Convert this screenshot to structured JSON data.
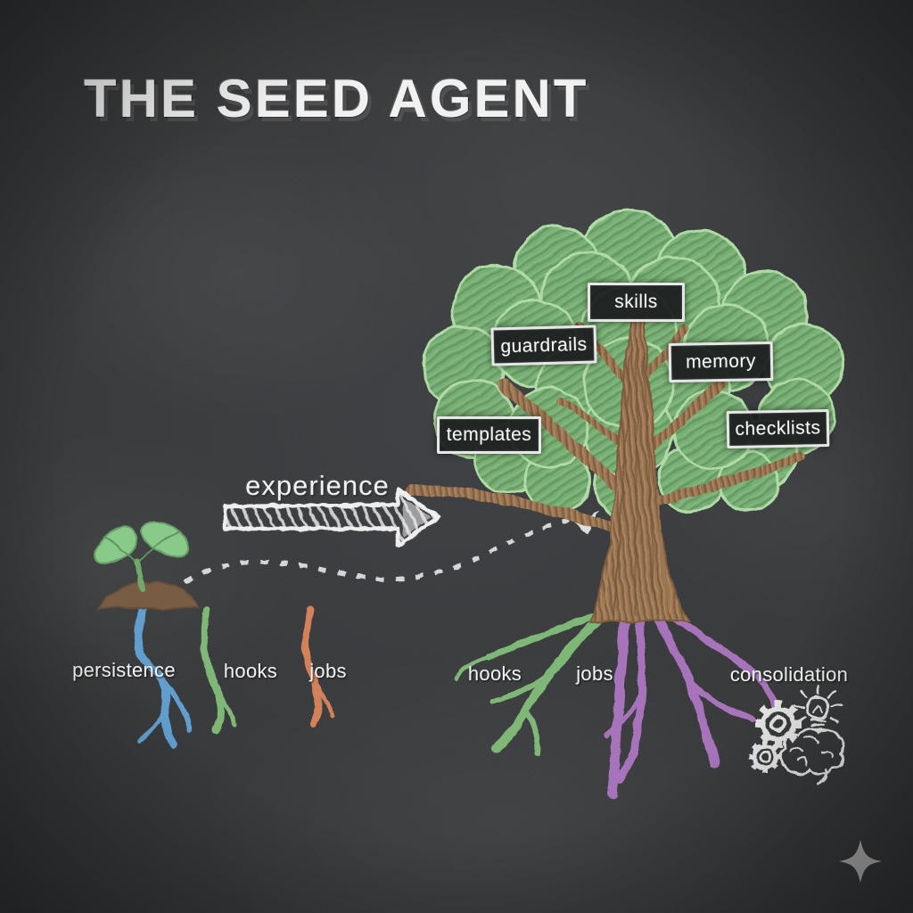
{
  "title": "THE SEED AGENT",
  "experience_arrow": {
    "label": "experience"
  },
  "seedling": {
    "root_labels": [
      {
        "label": "persistence",
        "color": "#4f93c9"
      },
      {
        "label": "hooks",
        "color": "#6fb066"
      },
      {
        "label": "jobs",
        "color": "#cd7345"
      }
    ]
  },
  "tree": {
    "labels": [
      {
        "label": "skills"
      },
      {
        "label": "guardrails"
      },
      {
        "label": "memory"
      },
      {
        "label": "templates"
      },
      {
        "label": "checklists"
      }
    ],
    "root_labels": [
      {
        "label": "hooks",
        "color": "#6fb066"
      },
      {
        "label": "jobs",
        "color": "#9d63b3"
      },
      {
        "label": "consolidation",
        "color": "#9d63b3"
      }
    ]
  },
  "icons": [
    {
      "name": "gear-icon"
    },
    {
      "name": "lightbulb-icon"
    },
    {
      "name": "gear-icon"
    },
    {
      "name": "brain-icon"
    },
    {
      "name": "sparkle-icon"
    }
  ],
  "colors": {
    "board_bg": "#232527",
    "chalk_white": "#ececec",
    "canopy_green": "#68a563",
    "canopy_outline": "#a8d79c",
    "trunk_brown": "#8f6540",
    "root_blue": "#4f93c9",
    "root_green": "#6fb066",
    "root_orange": "#cd7345",
    "root_purple": "#9d63b3",
    "ground_yellow": "#d9a756",
    "ground_pink": "#cf8fbf",
    "ground_tan": "#d9935f",
    "sparkle_gray": "#9e9e9e"
  }
}
